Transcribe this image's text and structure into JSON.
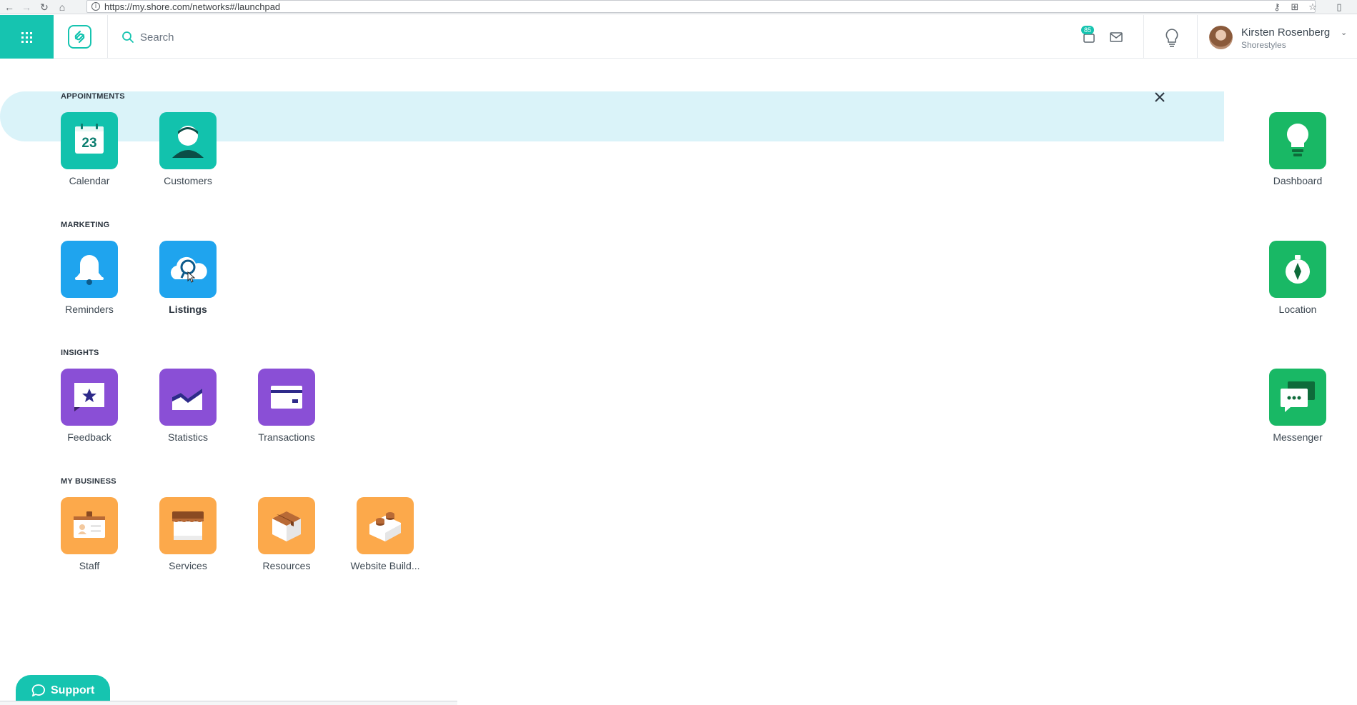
{
  "browser": {
    "url": "https://my.shore.com/networks#/launchpad",
    "info_glyph": "i"
  },
  "header": {
    "search_placeholder": "Search",
    "notification_count": "85",
    "user_name": "Kirsten Rosenberg",
    "user_org": "Shorestyles"
  },
  "sections": [
    {
      "title": "APPOINTMENTS",
      "apps": [
        {
          "label": "Calendar",
          "icon": "calendar-icon",
          "date": "23"
        },
        {
          "label": "Customers",
          "icon": "customers-icon"
        }
      ]
    },
    {
      "title": "MARKETING",
      "apps": [
        {
          "label": "Reminders",
          "icon": "bell-icon"
        },
        {
          "label": "Listings",
          "icon": "listings-cloud-icon"
        }
      ]
    },
    {
      "title": "INSIGHTS",
      "apps": [
        {
          "label": "Feedback",
          "icon": "feedback-star-icon"
        },
        {
          "label": "Statistics",
          "icon": "statistics-chart-icon"
        },
        {
          "label": "Transactions",
          "icon": "credit-card-icon"
        }
      ]
    },
    {
      "title": "MY BUSINESS",
      "apps": [
        {
          "label": "Staff",
          "icon": "staff-badge-icon"
        },
        {
          "label": "Services",
          "icon": "storefront-icon"
        },
        {
          "label": "Resources",
          "icon": "box-icon"
        },
        {
          "label": "Website Build...",
          "icon": "building-block-icon"
        }
      ]
    }
  ],
  "right_apps": [
    {
      "label": "Dashboard",
      "icon": "lightbulb-icon"
    },
    {
      "label": "Location",
      "icon": "compass-icon"
    },
    {
      "label": "Messenger",
      "icon": "chat-icon"
    }
  ],
  "support": {
    "label": "Support"
  },
  "colors": {
    "brand_teal": "#16c4b0",
    "marketing_blue": "#1fa4ee",
    "insights_purple": "#8a4fd6",
    "business_orange": "#fca94b",
    "green": "#19b865",
    "highlight": "#d8f2f9"
  }
}
